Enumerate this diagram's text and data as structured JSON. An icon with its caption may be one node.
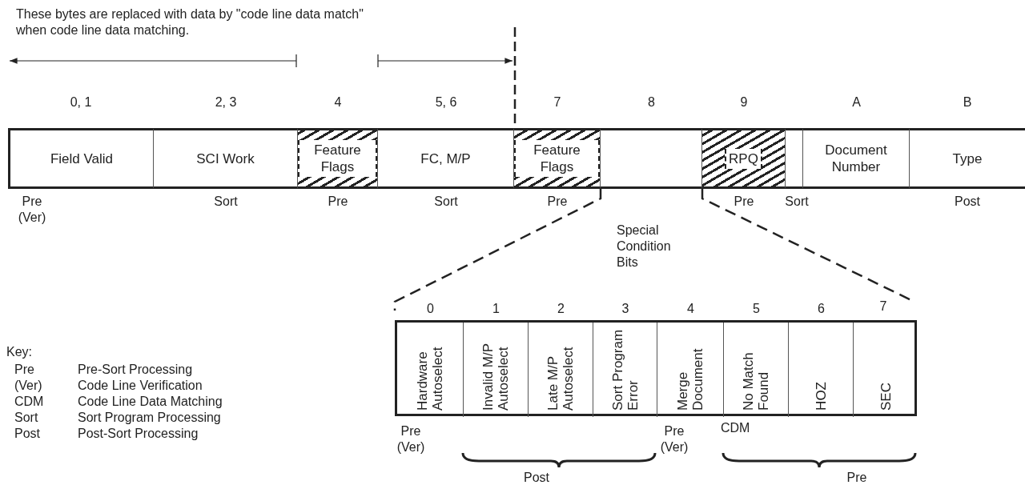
{
  "diagram": {
    "nodes": [
      {
        "text": [
          "Field Valid"
        ],
        "beside": [
          "0, 1",
          "Pre (Ver)"
        ]
      },
      {
        "text": [
          "SCI Work"
        ],
        "beside": [
          "2, 3",
          "Sort"
        ]
      },
      {
        "text": [
          "Feature Flags"
        ],
        "beside": [
          "4",
          "Pre"
        ]
      },
      {
        "text": [
          "FC, M/P"
        ],
        "beside": [
          "5, 6",
          "Sort"
        ]
      },
      {
        "text": [
          "Feature Flags"
        ],
        "beside": [
          "7",
          "Pre"
        ]
      },
      {
        "text": [],
        "shape": "box",
        "beside": [
          "8"
        ]
      },
      {
        "text": [
          "RPQ"
        ],
        "beside": [
          "9",
          "Pre"
        ]
      },
      {
        "text": [],
        "shape": "box",
        "beside": [
          "Sort"
        ]
      },
      {
        "text": [
          "Document Number"
        ],
        "beside": [
          "A"
        ]
      },
      {
        "text": [
          "Type"
        ],
        "beside": [
          "B",
          "Post"
        ]
      },
      {
        "text": [],
        "shape": "box"
      },
      {
        "text": [
          "Hardware Autoselect"
        ],
        "in": 10,
        "beside": [
          "0",
          "Pre (Ver)"
        ]
      },
      {
        "text": [
          "Invalid M/P Autoselect"
        ],
        "in": 10,
        "beside": [
          "1"
        ]
      },
      {
        "text": [
          "Late M/P Autoselect"
        ],
        "in": 10,
        "beside": [
          "2"
        ]
      },
      {
        "text": [
          "Sort Program Error"
        ],
        "in": 10,
        "beside": [
          "3"
        ]
      },
      {
        "text": [
          "Merge Document"
        ],
        "in": 10,
        "beside": [
          "4",
          "Pre (Ver)"
        ]
      },
      {
        "text": [
          "No Match Found"
        ],
        "in": 10,
        "beside": [
          "5"
        ]
      },
      {
        "text": [
          "HOZ"
        ],
        "in": 10,
        "beside": [
          "6"
        ]
      },
      {
        "text": [
          "SEC"
        ],
        "in": 10
      }
    ],
    "labels": [
      "These bytes are replaced with data by \"code line data match\" when code line data matching.",
      "Special Condition Bits",
      "7",
      "Post",
      "CDM",
      "Pre",
      "Key:",
      "Pre",
      "Pre-Sort Processing",
      "(Ver)",
      "Code Line Verification",
      "CDM",
      "Code Line Data Matching",
      "Sort",
      "Sort Program Processing",
      "Post",
      "Post-Sort Processing"
    ]
  }
}
